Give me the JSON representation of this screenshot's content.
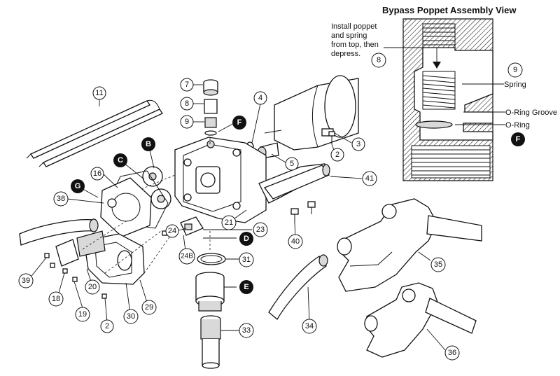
{
  "view_title": "Bypass Poppet Assembly View",
  "install_note": [
    "Install poppet",
    "and spring",
    "from top, then",
    "depress."
  ],
  "inset_labels": {
    "spring": "Spring",
    "oring_groove": "O-Ring Groove",
    "oring": "O-Ring"
  },
  "callouts": {
    "n11": "11",
    "n7": "7",
    "n8": "8",
    "n9": "9",
    "n4": "4",
    "n3": "3",
    "n2a": "2",
    "n5": "5",
    "n41": "41",
    "n16": "16",
    "n38": "38",
    "n21": "21",
    "n23": "23",
    "n24": "24",
    "n24b": "24B",
    "n40": "40",
    "n31": "31",
    "n39": "39",
    "n18": "18",
    "n20": "20",
    "n19": "19",
    "n30": "30",
    "n29": "29",
    "n2b": "2",
    "n33": "33",
    "n34": "34",
    "n35": "35",
    "n36": "36",
    "inset8": "8",
    "inset9": "9"
  },
  "letters": {
    "F": "F",
    "B": "B",
    "C": "C",
    "G": "G",
    "D": "D",
    "E": "E",
    "F_inset": "F"
  }
}
